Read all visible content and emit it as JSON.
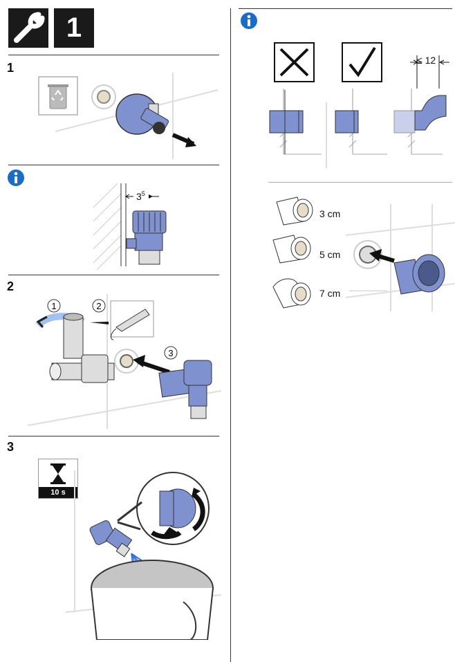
{
  "header": {
    "tool_icon": "wrench-icon",
    "chapter_number": "1"
  },
  "steps": [
    {
      "number": "1"
    },
    {
      "number": "2"
    },
    {
      "number": "3"
    }
  ],
  "info_icon": "info-icon",
  "info_note": {
    "dimension_base": "3",
    "dimension_sup": "5"
  },
  "step2_callouts": [
    "1",
    "2",
    "3"
  ],
  "timer": {
    "icon": "hourglass-icon",
    "label": "10 s"
  },
  "right": {
    "wrong_icon": "cross-icon",
    "right_icon": "check-icon",
    "max_dimension": "≤ 12",
    "adapters": [
      {
        "label": "3 cm"
      },
      {
        "label": "5 cm"
      },
      {
        "label": "7 cm"
      }
    ]
  },
  "colors": {
    "pipe_blue": "#7f92cf",
    "dark": "#1a1a1a",
    "water": "#3a6fd8"
  }
}
